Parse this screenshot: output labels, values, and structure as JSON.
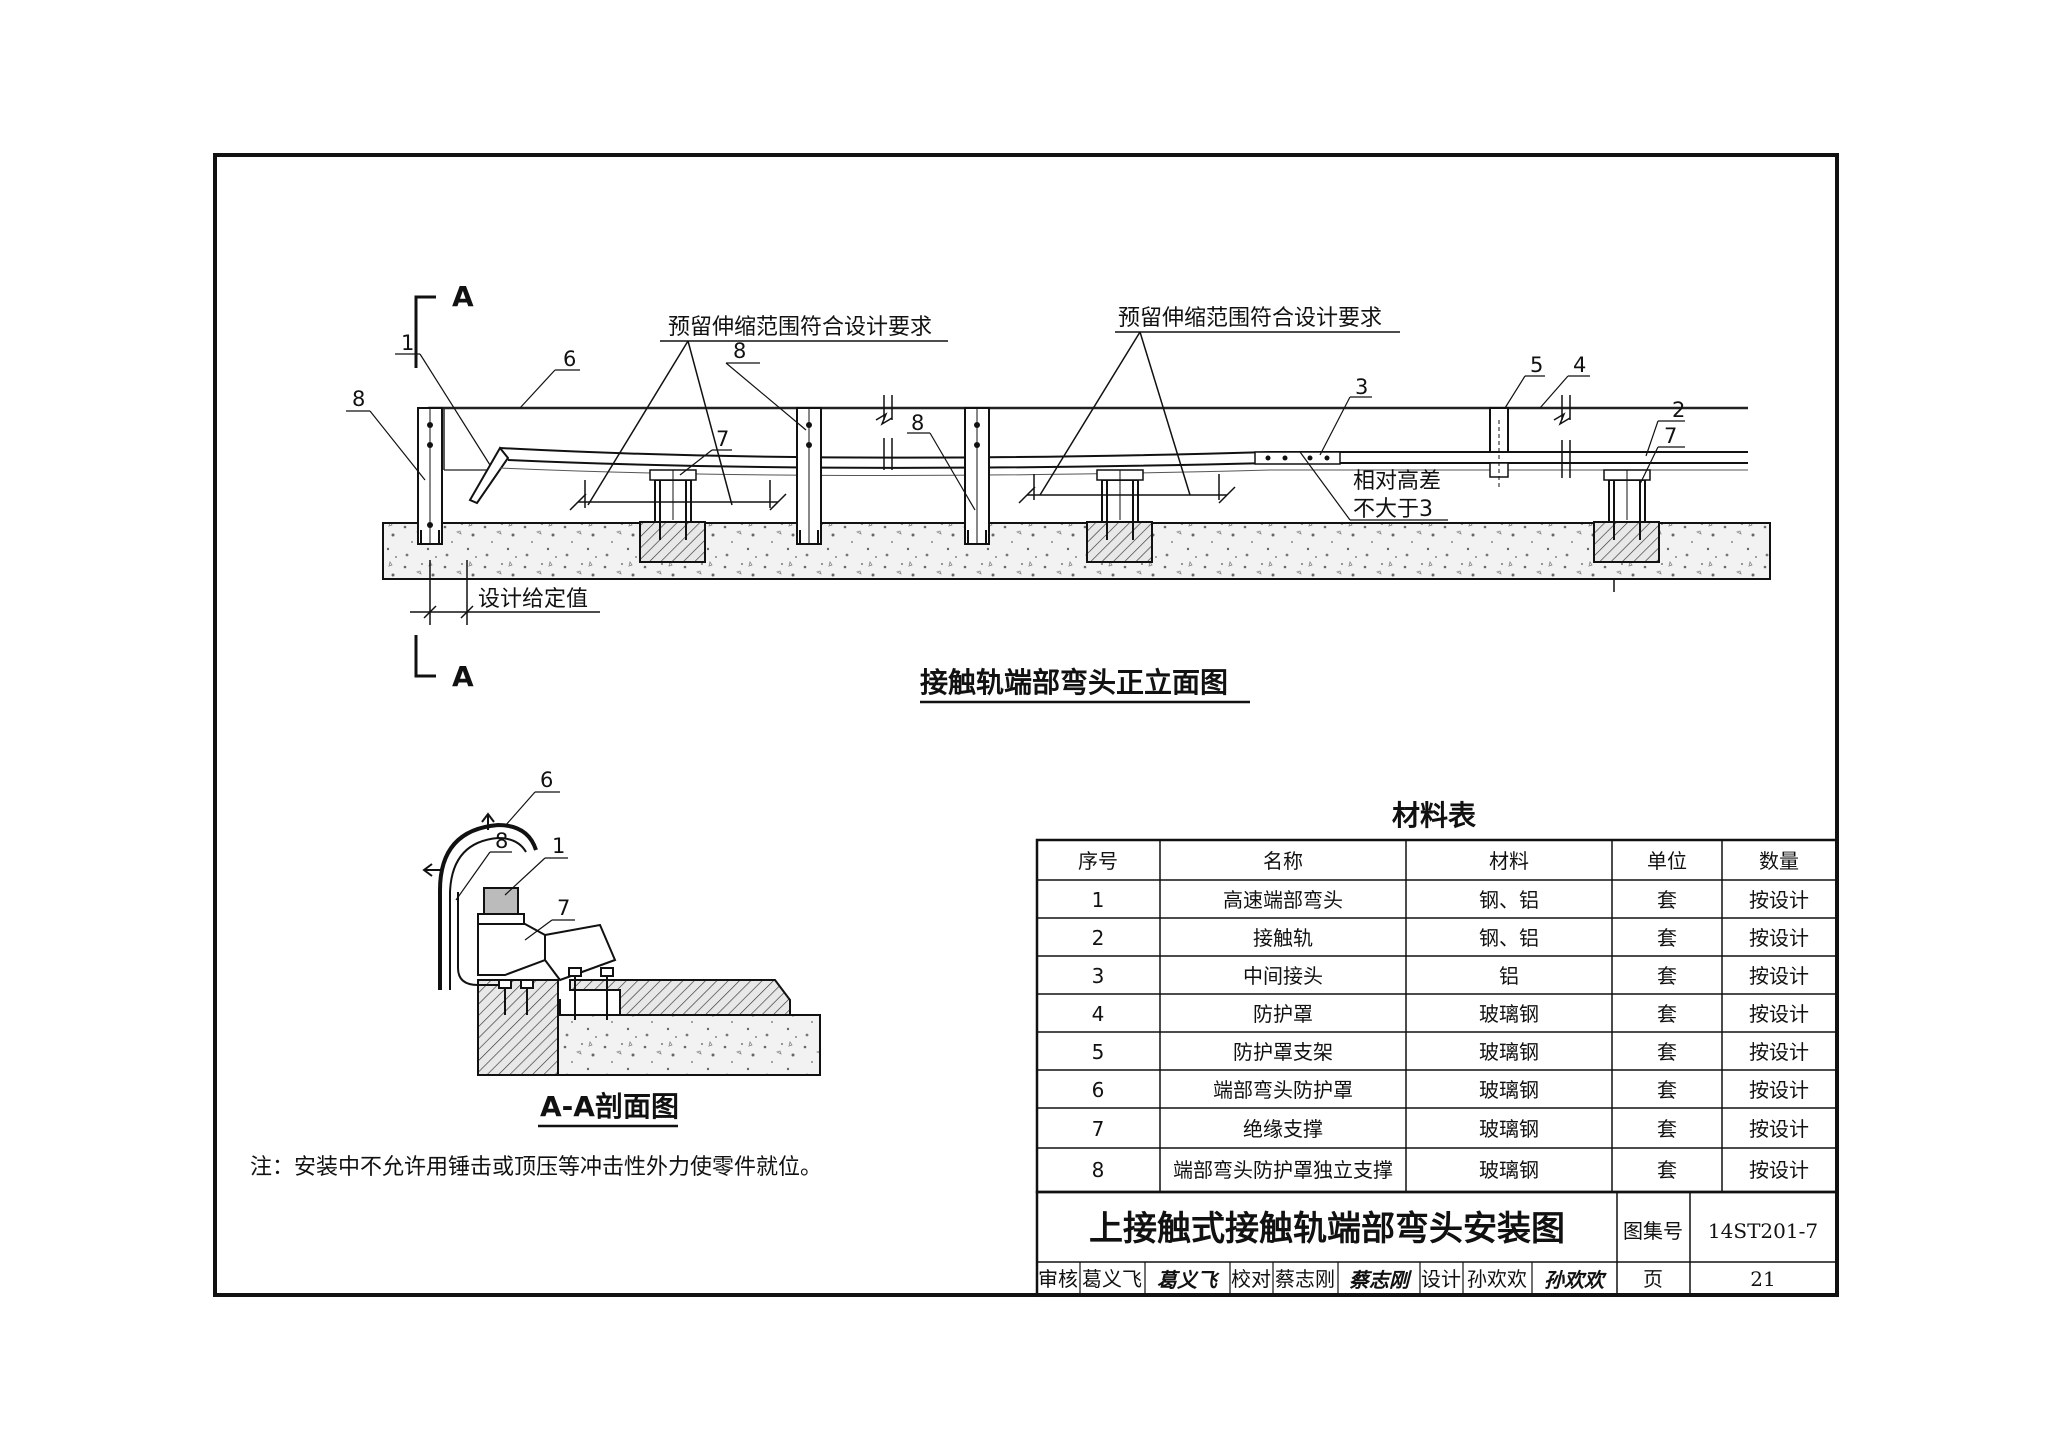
{
  "elevation": {
    "title": "接触轨端部弯头正立面图",
    "section_mark": "A",
    "note_expansion_left": "预留伸缩范围符合设计要求",
    "note_expansion_right": "预留伸缩范围符合设计要求",
    "note_height_line1": "相对高差",
    "note_height_line2": "不大于3",
    "note_design_value": "设计给定值",
    "callouts": [
      "1",
      "2",
      "3",
      "4",
      "5",
      "6",
      "7",
      "8"
    ]
  },
  "section": {
    "title": "A-A剖面图",
    "callouts": [
      "6",
      "8",
      "1",
      "7"
    ]
  },
  "note": "注：安装中不允许用锤击或顶压等冲击性外力使零件就位。",
  "materials": {
    "title": "材料表",
    "headers": [
      "序号",
      "名称",
      "材料",
      "单位",
      "数量"
    ],
    "rows": [
      [
        "1",
        "高速端部弯头",
        "钢、铝",
        "套",
        "按设计"
      ],
      [
        "2",
        "接触轨",
        "钢、铝",
        "套",
        "按设计"
      ],
      [
        "3",
        "中间接头",
        "铝",
        "套",
        "按设计"
      ],
      [
        "4",
        "防护罩",
        "玻璃钢",
        "套",
        "按设计"
      ],
      [
        "5",
        "防护罩支架",
        "玻璃钢",
        "套",
        "按设计"
      ],
      [
        "6",
        "端部弯头防护罩",
        "玻璃钢",
        "套",
        "按设计"
      ],
      [
        "7",
        "绝缘支撑",
        "玻璃钢",
        "套",
        "按设计"
      ],
      [
        "8",
        "端部弯头防护罩独立支撑",
        "玻璃钢",
        "套",
        "按设计"
      ]
    ]
  },
  "title_block": {
    "drawing_title": "上接触式接触轨端部弯头安装图",
    "atlas_label": "图集号",
    "atlas_no": "14ST201-7",
    "page_label": "页",
    "page_no": "21",
    "review_label": "审核",
    "review_name": "葛义飞",
    "review_sig": "葛义飞",
    "check_label": "校对",
    "check_name": "蔡志刚",
    "check_sig": "蔡志刚",
    "design_label": "设计",
    "design_name": "孙欢欢",
    "design_sig": "孙欢欢"
  }
}
